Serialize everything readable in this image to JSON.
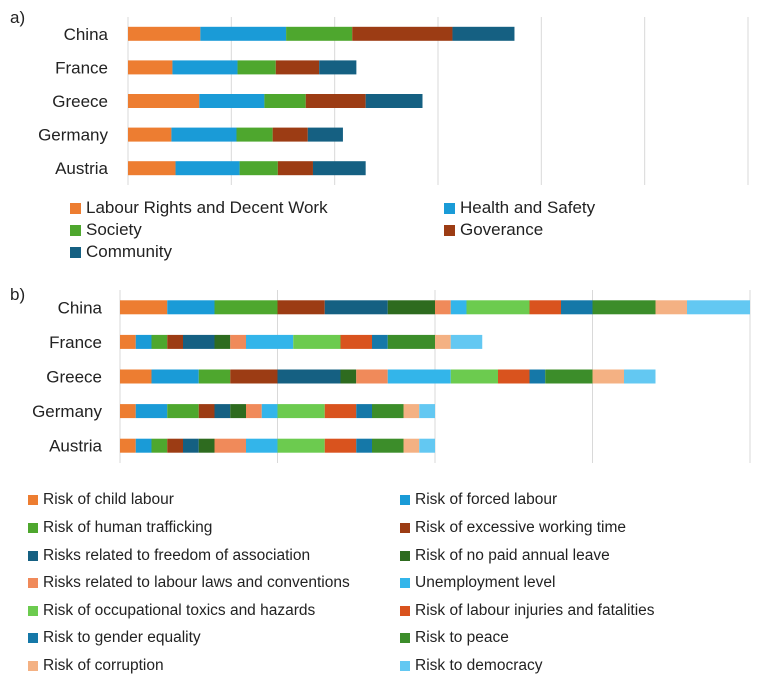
{
  "chart_data": [
    {
      "type": "bar",
      "orientation": "horizontal",
      "stacked": true,
      "panel_label": "a)",
      "categories": [
        "China",
        "France",
        "Greece",
        "Germany",
        "Austria"
      ],
      "xlim": [
        0,
        6
      ],
      "grid": true,
      "legend": "bottom",
      "series": [
        {
          "name": "Labour Rights and Decent Work",
          "color": "#ED7D31",
          "values": [
            0.7,
            0.43,
            0.69,
            0.42,
            0.46
          ]
        },
        {
          "name": "Health and Safety",
          "color": "#1A9BD7",
          "values": [
            0.83,
            0.63,
            0.63,
            0.63,
            0.62
          ]
        },
        {
          "name": "Society",
          "color": "#4EA72E",
          "values": [
            0.64,
            0.37,
            0.4,
            0.35,
            0.37
          ]
        },
        {
          "name": "Goverance",
          "color": "#9C3C14",
          "values": [
            0.97,
            0.42,
            0.58,
            0.34,
            0.34
          ]
        },
        {
          "name": "Community",
          "color": "#156082",
          "values": [
            0.6,
            0.36,
            0.55,
            0.34,
            0.51
          ]
        }
      ]
    },
    {
      "type": "bar",
      "orientation": "horizontal",
      "stacked": true,
      "panel_label": "b)",
      "categories": [
        "China",
        "France",
        "Greece",
        "Germany",
        "Austria"
      ],
      "xlim": [
        0,
        4
      ],
      "grid": true,
      "legend": "bottom",
      "series": [
        {
          "name": "Risk of child labour",
          "color": "#ED7D31",
          "values": [
            0.3,
            0.1,
            0.2,
            0.1,
            0.1
          ]
        },
        {
          "name": "Risk of forced labour",
          "color": "#1A9BD7",
          "values": [
            0.3,
            0.1,
            0.3,
            0.2,
            0.1
          ]
        },
        {
          "name": "Risk of human trafficking",
          "color": "#4EA72E",
          "values": [
            0.4,
            0.1,
            0.2,
            0.2,
            0.1
          ]
        },
        {
          "name": "Risk of excessive working time",
          "color": "#9C3C14",
          "values": [
            0.3,
            0.1,
            0.3,
            0.1,
            0.1
          ]
        },
        {
          "name": "Risks related to freedom of association",
          "color": "#156082",
          "values": [
            0.4,
            0.2,
            0.4,
            0.1,
            0.1
          ]
        },
        {
          "name": "Risk of no paid annual leave",
          "color": "#2E6B1F",
          "values": [
            0.3,
            0.1,
            0.1,
            0.1,
            0.1
          ]
        },
        {
          "name": "Risks related to labour laws and  conventions",
          "color": "#F08A5A",
          "values": [
            0.1,
            0.1,
            0.2,
            0.1,
            0.2
          ]
        },
        {
          "name": "Unemployment level",
          "color": "#33B5EA",
          "values": [
            0.1,
            0.3,
            0.4,
            0.1,
            0.2
          ]
        },
        {
          "name": "Risk of occupational toxics and hazards",
          "color": "#6CCB4F",
          "values": [
            0.4,
            0.3,
            0.3,
            0.3,
            0.3
          ]
        },
        {
          "name": "Risk of labour injuries and fatalities",
          "color": "#D9531E",
          "values": [
            0.2,
            0.2,
            0.2,
            0.2,
            0.2
          ]
        },
        {
          "name": "Risk to gender equality",
          "color": "#1578A8",
          "values": [
            0.2,
            0.1,
            0.1,
            0.1,
            0.1
          ]
        },
        {
          "name": "Risk to peace",
          "color": "#3C8D2A",
          "values": [
            0.4,
            0.3,
            0.3,
            0.2,
            0.2
          ]
        },
        {
          "name": "Risk of corruption",
          "color": "#F4B183",
          "values": [
            0.2,
            0.1,
            0.2,
            0.1,
            0.1
          ]
        },
        {
          "name": "Risk to democracy",
          "color": "#63C8F2",
          "values": [
            0.4,
            0.2,
            0.2,
            0.1,
            0.1
          ]
        }
      ]
    }
  ]
}
